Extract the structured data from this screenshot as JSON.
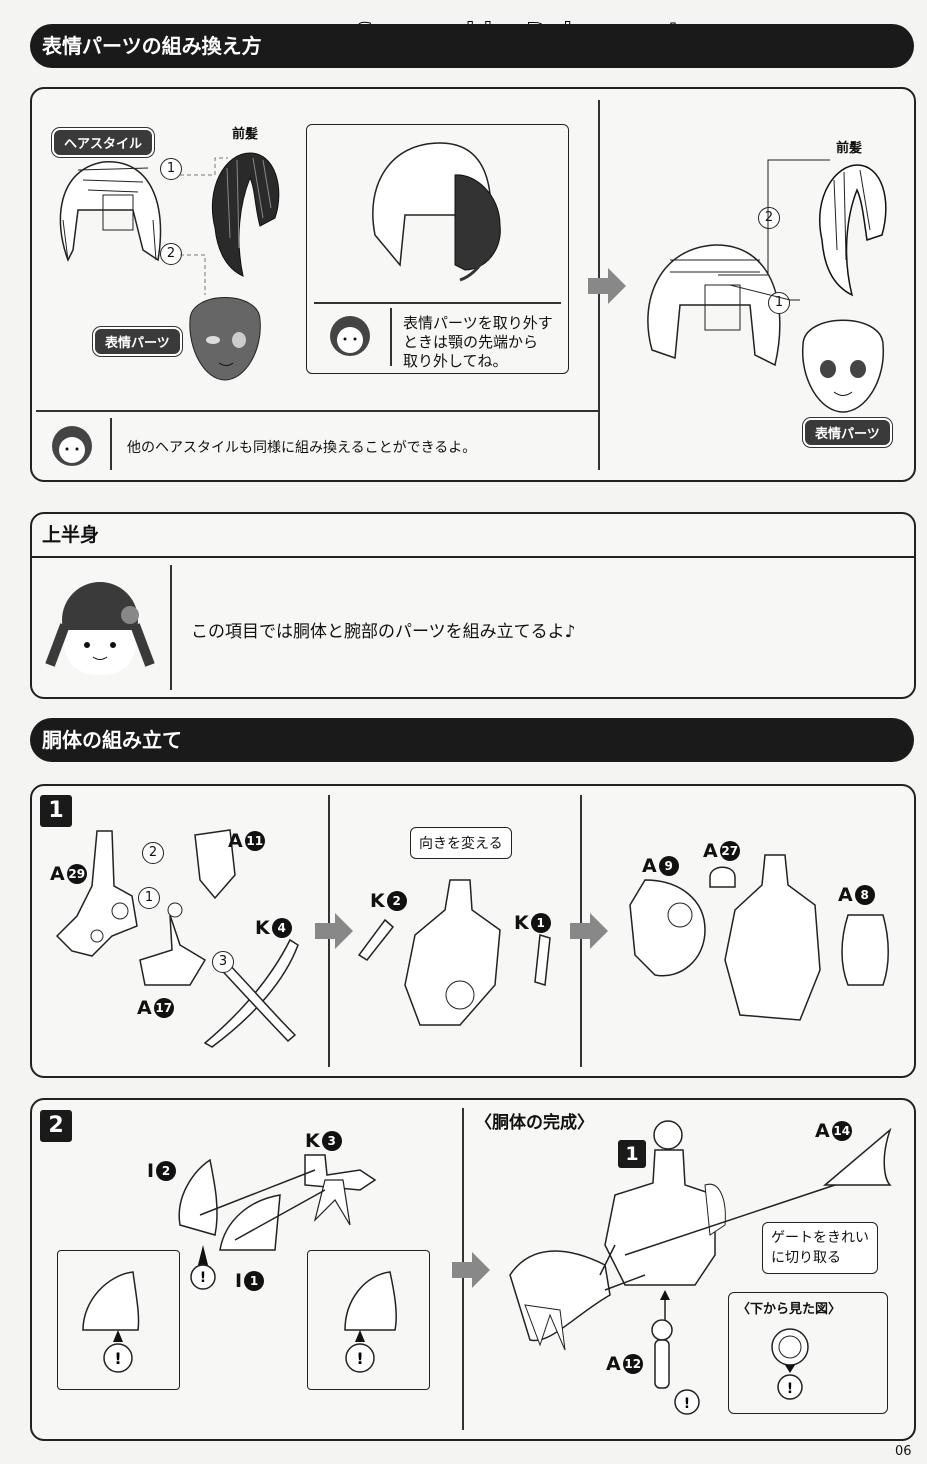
{
  "watermark": "Scanned by Dalong.net",
  "sections": {
    "expression": {
      "header": "表情パーツの組み換え方",
      "labels": {
        "hairstyle": "ヘアスタイル",
        "bangs_left": "前髪",
        "face_left": "表情パーツ",
        "bangs_right": "前髪",
        "face_right": "表情パーツ"
      },
      "steps": [
        "1",
        "2",
        "2",
        "1"
      ],
      "tip_inner": [
        "表情パーツを取り外す",
        "ときは顎の先端から",
        "取り外してね。"
      ],
      "tip_bottom": "他のヘアスタイルも同様に組み換えることができるよ。"
    },
    "upper_body": {
      "header": "上半身",
      "message": "この項目では胴体と腕部のパーツを組み立てるよ♪"
    },
    "torso": {
      "header": "胴体の組み立て",
      "step1": {
        "number": "1",
        "parts": [
          {
            "letter": "A",
            "num": "11"
          },
          {
            "letter": "A",
            "num": "29"
          },
          {
            "letter": "K",
            "num": "4"
          },
          {
            "letter": "A",
            "num": "17"
          },
          {
            "letter": "K",
            "num": "2"
          },
          {
            "letter": "K",
            "num": "1"
          },
          {
            "letter": "A",
            "num": "9"
          },
          {
            "letter": "A",
            "num": "27"
          },
          {
            "letter": "A",
            "num": "8"
          }
        ],
        "sub_steps": [
          "2",
          "1",
          "3"
        ],
        "callout": "向きを変える"
      },
      "step2": {
        "number": "2",
        "parts": [
          {
            "letter": "K",
            "num": "3"
          },
          {
            "letter": "I",
            "num": "2"
          },
          {
            "letter": "I",
            "num": "1"
          },
          {
            "letter": "A",
            "num": "14"
          },
          {
            "letter": "A",
            "num": "12"
          }
        ],
        "complete_title": "〈胴体の完成〉",
        "sub_number": "1",
        "gate_note": [
          "ゲートをきれい",
          "に切り取る"
        ],
        "bottom_view": "〈下から見た図〉",
        "warning": "!"
      }
    }
  },
  "page_number": "06",
  "colors": {
    "dark": "#1a1a1a",
    "paper": "#f4f4f2",
    "line": "#222222"
  }
}
